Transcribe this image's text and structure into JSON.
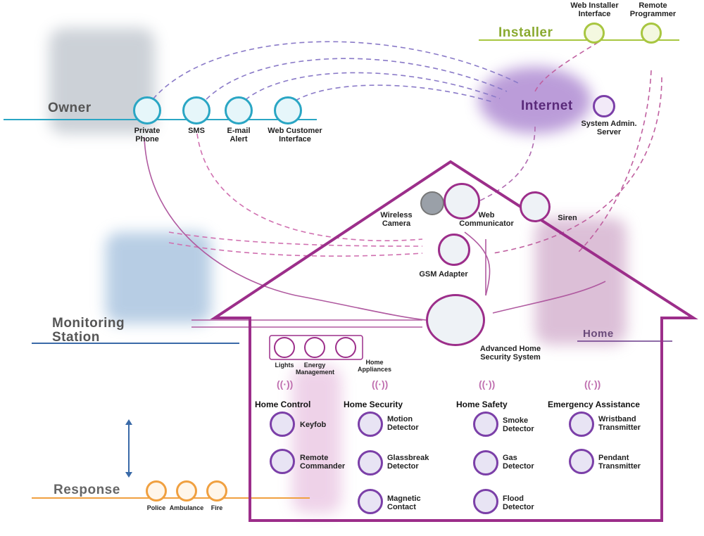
{
  "zones": {
    "owner": "Owner",
    "installer": "Installer",
    "internet": "Internet",
    "monitoring": "Monitoring\nStation",
    "response": "Response",
    "home": "Home"
  },
  "owner_channels": [
    {
      "label": "Private\nPhone",
      "icon": "phone-icon"
    },
    {
      "label": "SMS",
      "icon": "envelope-icon"
    },
    {
      "label": "E-mail\nAlert",
      "icon": "at-sign-icon"
    },
    {
      "label": "Web Customer\nInterface",
      "icon": "monitor-icon"
    }
  ],
  "installer_tools": [
    {
      "label": "Web Installer\nInterface",
      "icon": "laptop-icon"
    },
    {
      "label": "Remote\nProgrammer",
      "icon": "laptop-icon"
    }
  ],
  "internet_server": {
    "label": "System Admin.\nServer",
    "icon": "server-icon"
  },
  "house_devices": {
    "camera": "Wireless\nCamera",
    "communicator": "Web\nCommunicator",
    "siren": "Siren",
    "gsm": "GSM Adapter",
    "panel": "Advanced Home\nSecurity System"
  },
  "home_services": [
    {
      "label": "Lights",
      "icon": "bulb-icon"
    },
    {
      "label": "Energy\nManagement",
      "icon": "gauge-icon"
    },
    {
      "label": "Home\nAppliances",
      "icon": "appliance-icon"
    }
  ],
  "categories": {
    "home_control": {
      "title": "Home Control",
      "items": [
        {
          "label": "Keyfob",
          "icon": "keyfob-icon"
        },
        {
          "label": "Remote\nCommander",
          "icon": "remote-icon"
        }
      ]
    },
    "home_security": {
      "title": "Home Security",
      "items": [
        {
          "label": "Motion\nDetector",
          "icon": "motion-sensor-icon"
        },
        {
          "label": "Glassbreak\nDetector",
          "icon": "glassbreak-icon"
        },
        {
          "label": "Magnetic\nContact",
          "icon": "magnet-icon"
        }
      ]
    },
    "home_safety": {
      "title": "Home Safety",
      "items": [
        {
          "label": "Smoke\nDetector",
          "icon": "smoke-icon"
        },
        {
          "label": "Gas\nDetector",
          "icon": "gas-icon"
        },
        {
          "label": "Flood\nDetector",
          "icon": "flood-icon"
        }
      ]
    },
    "emergency": {
      "title": "Emergency Assistance",
      "items": [
        {
          "label": "Wristband\nTransmitter",
          "icon": "wristband-icon"
        },
        {
          "label": "Pendant\nTransmitter",
          "icon": "pendant-icon"
        }
      ]
    }
  },
  "response_services": [
    {
      "label": "Police",
      "icon": "star-icon"
    },
    {
      "label": "Ambulance",
      "icon": "cross-icon"
    },
    {
      "label": "Fire",
      "icon": "flame-icon"
    }
  ],
  "colors": {
    "owner": "#2aa6c4",
    "installer": "#a8c640",
    "internet": "#7b3fa8",
    "house": "#9c2e8a",
    "response": "#f0a040",
    "monitoring": "#3a6aa8"
  }
}
